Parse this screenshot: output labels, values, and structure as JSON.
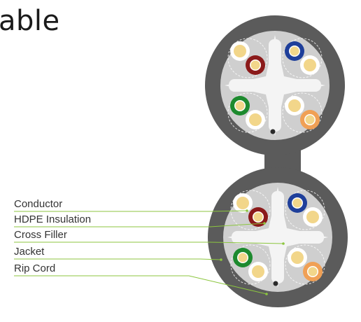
{
  "title": "able",
  "labels": [
    {
      "id": "conductor",
      "text": "Conductor"
    },
    {
      "id": "hdpe-insulation",
      "text": "HDPE Insulation"
    },
    {
      "id": "cross-filler",
      "text": "Cross Filler"
    },
    {
      "id": "jacket",
      "text": "Jacket"
    },
    {
      "id": "rip-cord",
      "text": "Rip Cord"
    }
  ],
  "colors": {
    "jacket": "#5b5b5b",
    "core": "#cfcfcf",
    "cross_filler": "#f4f4f4",
    "conductor": "#f2d68a",
    "insulation": "#ffffff",
    "leader_line": "#8cc63f",
    "pair_colors": [
      "#8b1a1a",
      "#1f3f9a",
      "#1d8a2e",
      "#f0a055"
    ]
  }
}
